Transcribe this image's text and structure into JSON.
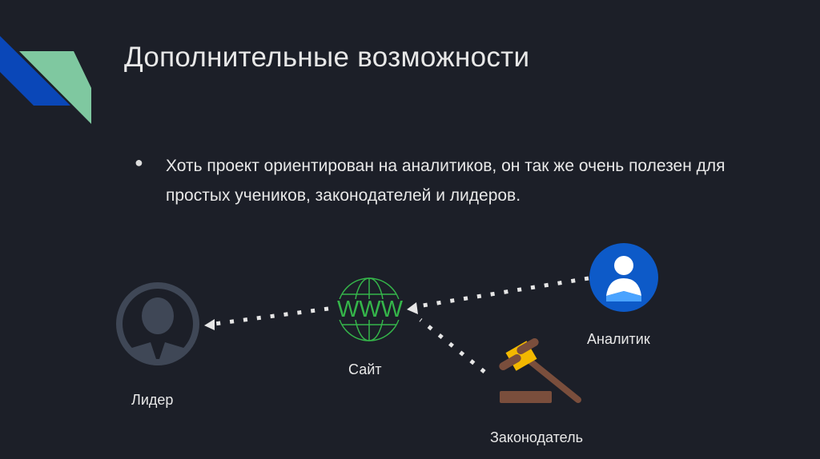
{
  "slide": {
    "title": "Дополнительные возможности",
    "bullet": "Хоть проект ориентирован на аналитиков, он так же очень полезен для простых учеников, законодателей и лидеров."
  },
  "diagram": {
    "nodes": {
      "leader": "Лидер",
      "site": "Сайт",
      "site_icon_text": "WWW",
      "analyst": "Аналитик",
      "legislator": "Законодатель"
    }
  },
  "colors": {
    "background": "#1c1f28",
    "accent_blue": "#0a47b8",
    "accent_green": "#7fc8a0",
    "www_green": "#35b54a"
  }
}
